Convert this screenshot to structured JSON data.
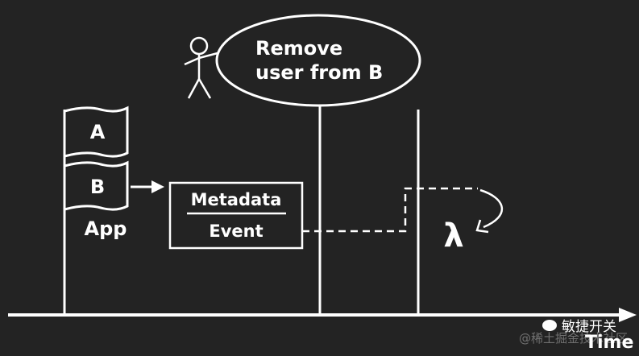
{
  "colors": {
    "background": "#232323",
    "stroke": "#ffffff",
    "watermark_text": "#ffffff"
  },
  "diagram": {
    "action_ellipse": {
      "line1": "Remove",
      "line2": "user from B"
    },
    "flag_a": "A",
    "flag_b": "B",
    "app_label": "App",
    "event_box": {
      "top": "Metadata",
      "bottom": "Event"
    },
    "lambda_symbol": "λ",
    "axis_label": "Time",
    "actor_icon": "stick-figure-icon",
    "arrow_icon": "arrow-right-icon"
  },
  "watermark": {
    "source": "@稀土掘金技术社区",
    "brand": "敏捷开关",
    "brand_icon": "wechat-icon"
  }
}
